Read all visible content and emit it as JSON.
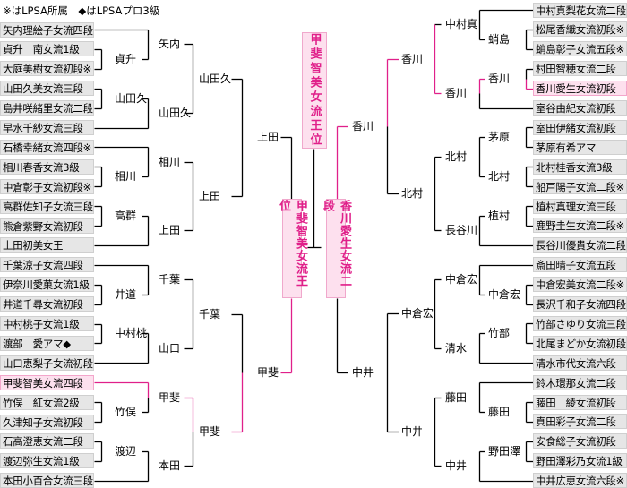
{
  "note": "※はLPSA所属　◆はLPSAプロ3級",
  "champion": "甲斐智美女流王位",
  "finalists": {
    "left": "甲斐智美女流王位",
    "right": "香川愛生女流二段"
  },
  "colors": {
    "highlight": "#e0208a",
    "box": "#e6e6e6",
    "box_highlight": "#fde0ee"
  },
  "left": {
    "entrants": [
      "矢内理絵子女流四段",
      "貞升　南女流1級",
      "大庭美樹女流初段※",
      "山田久美女流三段",
      "島井咲緒里女流二段※",
      "早水千紗女流三段",
      "石橋幸緒女流四段※",
      "相川春香女流3級",
      "中倉彰子女流初段※",
      "高群佐知子女流三段",
      "熊倉紫野女流初段",
      "上田初美女王",
      "千葉涼子女流四段",
      "伊奈川愛菓女流1級",
      "井道千尋女流初段",
      "中村桃子女流1級",
      "渡部　愛アマ◆",
      "山口恵梨子女流初段",
      "甲斐智美女流四段",
      "竹俣　紅女流2級",
      "久津知子女流初段",
      "石高澄恵女流二段",
      "渡辺弥生女流1級",
      "本田小百合女流三段"
    ],
    "round1": [
      "貞升",
      "山田久",
      "相川",
      "高群",
      "井道",
      "中村桃",
      "竹俣",
      "渡辺"
    ],
    "round2": [
      "矢内",
      "山田久",
      "相川",
      "上田",
      "千葉",
      "山口",
      "甲斐",
      "本田"
    ],
    "round3": [
      "山田久",
      "上田",
      "千葉",
      "甲斐"
    ],
    "round4": [
      "上田",
      "甲斐"
    ]
  },
  "right": {
    "entrants": [
      "中村真梨花女流二段",
      "松尾香織女流初段※",
      "蛸島彰子女流五段※",
      "村田智穂女流二段",
      "香川愛生女流初段",
      "室谷由紀女流初段",
      "室田伊緒女流初段",
      "茅原有希アマ",
      "北村桂香女流3級",
      "船戸陽子女流二段※",
      "植村真理女流三段",
      "鹿野圭生女流二段※",
      "長谷川優貴女流二段",
      "斎田晴子女流五段",
      "中倉宏美女流二段※",
      "長沢千和子女流四段",
      "竹部さゆり女流三段",
      "北尾まどか女流初段",
      "清水市代女流六段",
      "鈴木環那女流二段",
      "藤田　綾女流初段",
      "真田彩子女流二段",
      "安食総子女流初段",
      "野田澤彩乃女流1級",
      "中井広恵女流六段※"
    ],
    "round1": [
      "蛸島",
      "香川",
      "茅原",
      "北村",
      "植村",
      "中倉宏",
      "竹部",
      "藤田",
      "野田澤"
    ],
    "round2": [
      "中村真",
      "香川",
      "北村",
      "長谷川",
      "中倉宏",
      "清水",
      "藤田",
      "中井"
    ],
    "round3": [
      "香川",
      "北村",
      "中倉宏",
      "中井"
    ],
    "round4": [
      "香川",
      "中井"
    ]
  }
}
